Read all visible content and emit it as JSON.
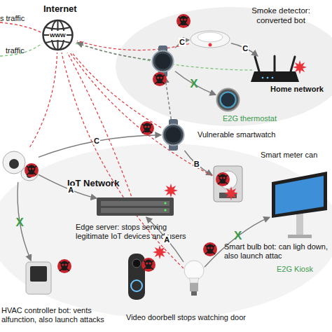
{
  "diagram": {
    "nodes": [
      {
        "text": [
          "Internet"
        ]
      },
      {
        "text": [
          "Smoke detector: converted bot"
        ]
      },
      {
        "text": []
      },
      {
        "text": [
          "Home network"
        ]
      },
      {
        "text": [
          "E2G thermostat"
        ]
      },
      {
        "text": []
      },
      {
        "text": [
          "Vulnerable smartwatch"
        ]
      },
      {
        "text": [
          "Smart meter can"
        ]
      },
      {
        "text": [
          "IoT Network",
          "Edge server: stops serving legitimate IoT devices and users"
        ]
      },
      {
        "text": [
          "E2G Kiosk"
        ]
      },
      {
        "text": [
          "HVAC controller bot: vents alfunction, also launch attacks"
        ]
      },
      {
        "text": [
          "Video doorbell stops watching door"
        ]
      },
      {
        "text": [
          "Smart bulb bot: can ligh down, also launch attac"
        ]
      }
    ],
    "edges": [
      {
        "from": 2,
        "to": 0,
        "arrow": "to"
      },
      {
        "from": 2,
        "to": 1,
        "label": "C",
        "arrow": "to"
      },
      {
        "from": 1,
        "to": 3,
        "label": "C",
        "arrow": "to"
      },
      {
        "from": 2,
        "to": 4,
        "label": "X",
        "arrow": "to"
      },
      {
        "from": 5,
        "to": 6,
        "label": "C",
        "arrow": "to"
      },
      {
        "from": 6,
        "to": 2,
        "arrow": "to"
      },
      {
        "from": 6,
        "to": 7,
        "label": "B",
        "arrow": "to"
      },
      {
        "from": 5,
        "to": 8,
        "label": "A",
        "arrow": "to"
      },
      {
        "from": 12,
        "to": 8,
        "label": "A",
        "arrow": "to"
      },
      {
        "from": 12,
        "to": 9,
        "label": "X",
        "arrow": "to"
      },
      {
        "from": 5,
        "to": 10,
        "label": "X",
        "arrow": "to"
      },
      {
        "from": 1,
        "to": 0,
        "arrow": "none"
      },
      {
        "from": 5,
        "to": 0,
        "arrow": "none"
      },
      {
        "from": 6,
        "to": 0,
        "arrow": "none"
      },
      {
        "from": 8,
        "to": 0,
        "arrow": "none"
      },
      {
        "from": 7,
        "to": 0,
        "arrow": "none"
      },
      {
        "from": 12,
        "to": 0,
        "arrow": "none"
      }
    ],
    "labels": [
      "s traffic",
      "traffic",
      "WWW"
    ]
  }
}
